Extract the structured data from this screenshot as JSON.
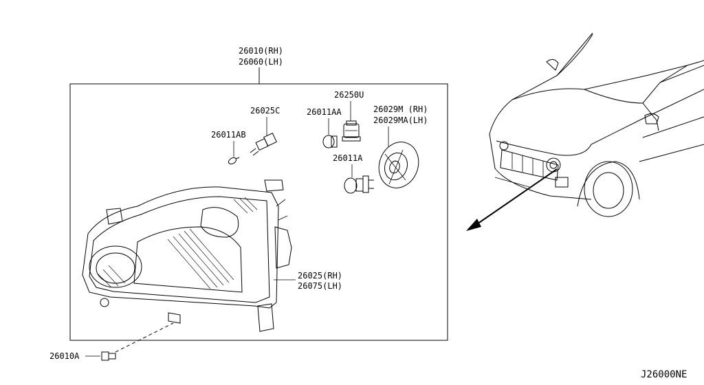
{
  "diagram_id": "J26000NE",
  "assembly": {
    "rh": "26010(RH)",
    "lh": "26060(LH)"
  },
  "parts": {
    "p26025C": "26025C",
    "p26011AB": "26011AB",
    "p26250U": "26250U",
    "p26011AA": "26011AA",
    "p26029M": "26029M (RH)",
    "p26029MA": "26029MA(LH)",
    "p26011A": "26011A",
    "housing_rh": "26025(RH)",
    "housing_lh": "26075(LH)",
    "p26010A": "26010A"
  }
}
